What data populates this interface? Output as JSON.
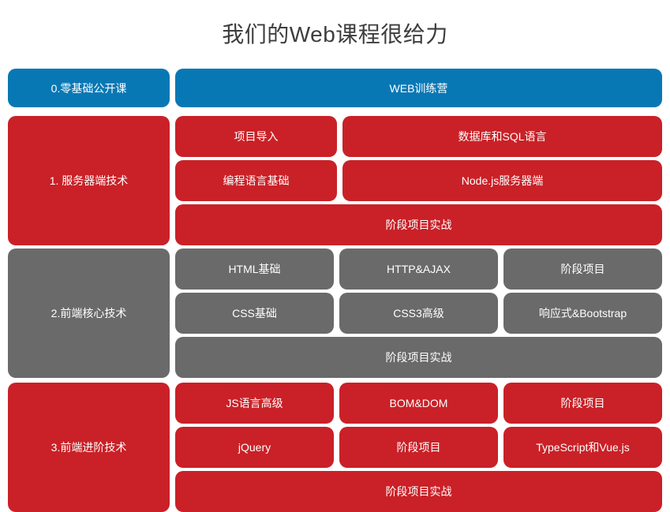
{
  "title": "我们的Web课程很给力",
  "colors": {
    "blue": "#0878b5",
    "red": "#c92127",
    "gray": "#6a6a6a",
    "title": "#3e3c3c"
  },
  "sections": [
    {
      "name": "zero-basics",
      "left": "0.零基础公开课",
      "rows": [
        {
          "cells": [
            {
              "label": "WEB训练营"
            }
          ]
        }
      ]
    },
    {
      "name": "server-side",
      "left": "1. 服务器端技术",
      "rows": [
        {
          "cells": [
            {
              "label": "项目导入"
            },
            {
              "label": "数据库和SQL语言"
            }
          ]
        },
        {
          "cells": [
            {
              "label": "编程语言基础"
            },
            {
              "label": "Node.js服务器端"
            }
          ]
        },
        {
          "cells": [
            {
              "label": "阶段项目实战"
            }
          ]
        }
      ]
    },
    {
      "name": "frontend-core",
      "left": "2.前端核心技术",
      "rows": [
        {
          "cells": [
            {
              "label": "HTML基础"
            },
            {
              "label": "HTTP&AJAX"
            },
            {
              "label": "阶段项目"
            }
          ]
        },
        {
          "cells": [
            {
              "label": "CSS基础"
            },
            {
              "label": "CSS3高级"
            },
            {
              "label": "响应式&Bootstrap"
            }
          ]
        },
        {
          "cells": [
            {
              "label": "阶段项目实战"
            }
          ]
        }
      ]
    },
    {
      "name": "frontend-advanced",
      "left": "3.前端进阶技术",
      "rows": [
        {
          "cells": [
            {
              "label": "JS语言高级"
            },
            {
              "label": "BOM&DOM"
            },
            {
              "label": "阶段项目"
            }
          ]
        },
        {
          "cells": [
            {
              "label": "jQuery"
            },
            {
              "label": "阶段项目"
            },
            {
              "label": "TypeScript和Vue.js"
            }
          ]
        },
        {
          "cells": [
            {
              "label": "阶段项目实战"
            }
          ]
        }
      ]
    }
  ]
}
